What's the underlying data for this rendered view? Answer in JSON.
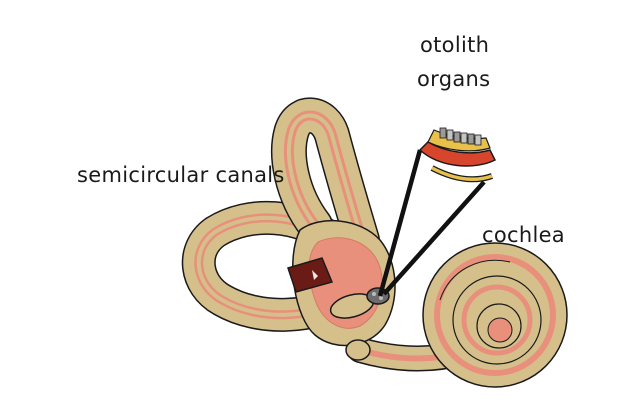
{
  "labels": {
    "semicircular_canals": "semicircular canals",
    "cochlea": "cochlea",
    "otolith_line1": "otolith",
    "otolith_line2": "organs"
  },
  "colors": {
    "bone": "#d5c08c",
    "membrane": "#e8907c",
    "membrane_dark": "#d77866",
    "outline": "#1a1a1a",
    "inner_dark": "#6b1b16",
    "otolith_red": "#d8452d",
    "otolith_yellow": "#e8c14a",
    "otolith_crystals": "#9a9a9a"
  }
}
